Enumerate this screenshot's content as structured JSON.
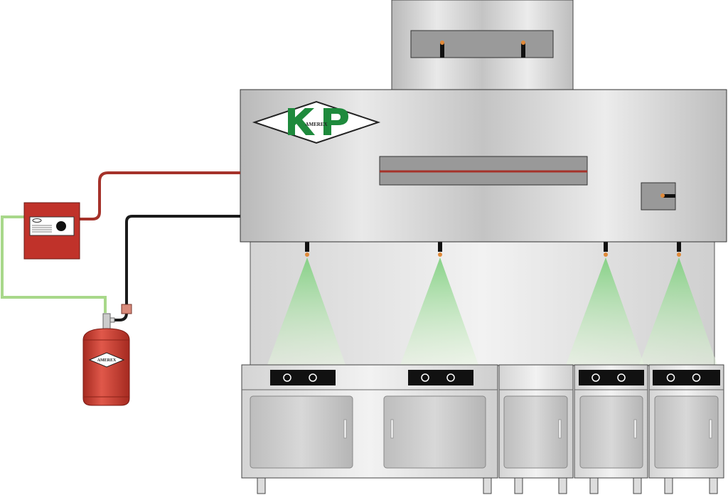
{
  "logo": {
    "main": "KP",
    "sub": "AMEREX"
  },
  "cylinder_label": "AMEREX",
  "colors": {
    "steel": "#c8c8c8",
    "pipe_red": "#a5322a",
    "pipe_black": "#1a1a1a",
    "wire_green": "#a8d88a",
    "cabinet_red": "#c0322a",
    "logo_green": "#1e8a3c",
    "spray_green": "#7ccf7c"
  },
  "nozzle_count": 4,
  "appliance_count": 4
}
